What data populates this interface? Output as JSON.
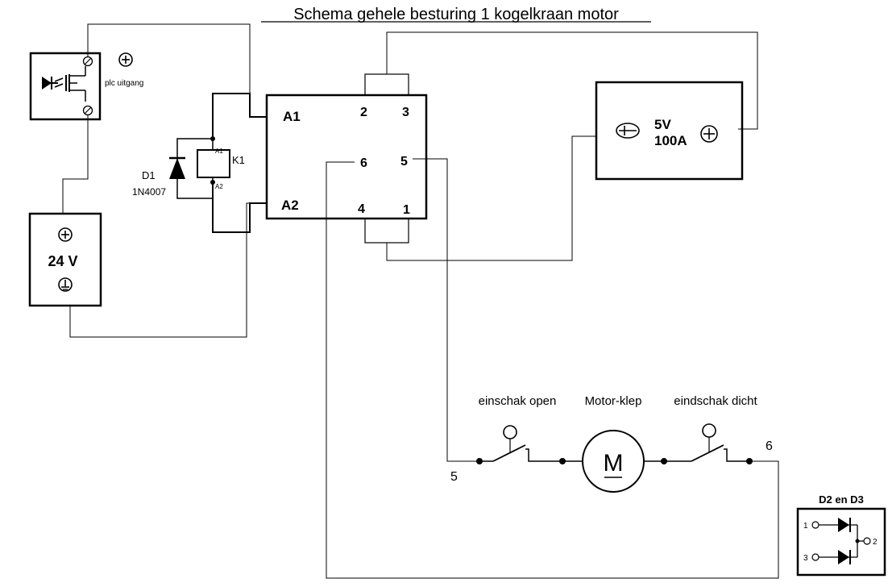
{
  "title": "Schema gehele besturing 1 kogelkraan motor",
  "plc": {
    "label": "plc uitgang",
    "plus_symbol": "⊕",
    "terminal_symbol": "⊘"
  },
  "supply_24v": {
    "plus": "⊕",
    "label": "24 V",
    "ground": "⏚"
  },
  "relay": {
    "coil_label": "K1",
    "a1_small": "A1",
    "a2_small": "A2"
  },
  "diode": {
    "name": "D1",
    "part": "1N4007"
  },
  "module": {
    "a1": "A1",
    "a2": "A2",
    "pin2": "2",
    "pin3": "3",
    "pin6": "6",
    "pin5": "5",
    "pin4": "4",
    "pin1": "1"
  },
  "supply_5v": {
    "minus": "⊖",
    "volt": "5V",
    "amp": "100A",
    "plus": "⊕"
  },
  "motor_circuit": {
    "switch_open": "einschak open",
    "motor": "Motor-klep",
    "switch_closed": "eindschak dicht",
    "motor_symbol": "M",
    "node_left": "5",
    "node_right": "6"
  },
  "diode_pair": {
    "title": "D2 en D3",
    "pin1": "1",
    "pin2": "2",
    "pin3": "3"
  }
}
